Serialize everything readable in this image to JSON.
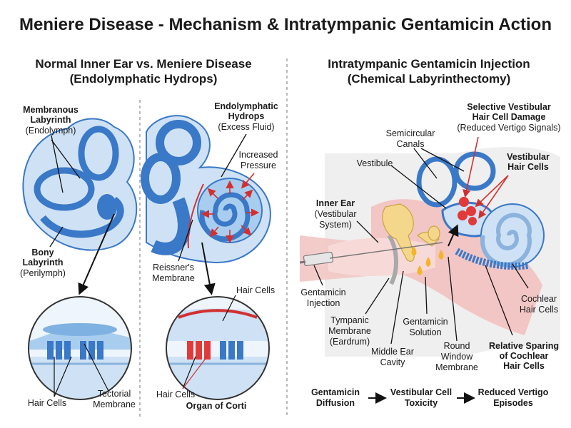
{
  "title": "Meniere Disease - Mechanism & Intratympanic Gentamicin Action",
  "left": {
    "heading_1": "Normal Inner Ear vs. Meniere Disease",
    "heading_2": "(Endolymphatic Hydrops)",
    "normal": {
      "membranous_1": "Membranous",
      "membranous_2": "Labyrinth",
      "membranous_3": "(Endolymph)",
      "bony_1": "Bony",
      "bony_2": "Labyrinth",
      "bony_3": "(Perilymph)",
      "hair_cells": "Hair Cells",
      "tectorial_1": "Tectorial",
      "tectorial_2": "Membrane"
    },
    "meniere": {
      "hydrops_1": "Endolymphatic",
      "hydrops_2": "Hydrops",
      "hydrops_3": "(Excess Fluid)",
      "pressure_1": "Increased",
      "pressure_2": "Pressure",
      "reissner_1": "Reissner's",
      "reissner_2": "Membrane",
      "hair_cells_top": "Hair Cells",
      "hair_cells_bottom": "Hair Cells",
      "organ": "Organ of Corti"
    }
  },
  "right": {
    "heading_1": "Intratympanic Gentamicin Injection",
    "heading_2": "(Chemical Labyrinthectomy)",
    "semicircular_1": "Semicircular",
    "semicircular_2": "Canals",
    "vestibule": "Vestibule",
    "selective_1": "Selective Vestibular",
    "selective_2": "Hair Cell Damage",
    "selective_3": "(Reduced Vertigo Signals)",
    "vest_hair_1": "Vestibular",
    "vest_hair_2": "Hair Cells",
    "inner_1": "Inner Ear",
    "inner_2": "(Vestibular",
    "inner_3": "System)",
    "injection_1": "Gentamicin",
    "injection_2": "Injection",
    "tympanic_1": "Tympanic",
    "tympanic_2": "Membrane",
    "tympanic_3": "(Eardrum)",
    "middle_1": "Middle Ear",
    "middle_2": "Cavity",
    "solution_1": "Gentamicin",
    "solution_2": "Solution",
    "round_1": "Round",
    "round_2": "Window",
    "round_3": "Membrane",
    "cochlear_1": "Cochlear",
    "cochlear_2": "Hair Cells",
    "sparing_1": "Relative Sparing",
    "sparing_2": "of Cochlear",
    "sparing_3": "Hair Cells"
  },
  "flow": {
    "step1_1": "Gentamicin",
    "step1_2": "Diffusion",
    "step2_1": "Vestibular Cell",
    "step2_2": "Toxicity",
    "step3_1": "Reduced Vertigo",
    "step3_2": "Episodes"
  },
  "colors": {
    "endolymph_blue": "#3a78c8",
    "perilymph_light": "#cfe2f5",
    "tissue_pink": "#f2c6c4",
    "damage_red": "#e23a3a",
    "gentamicin_yellow": "#f2b62d"
  }
}
